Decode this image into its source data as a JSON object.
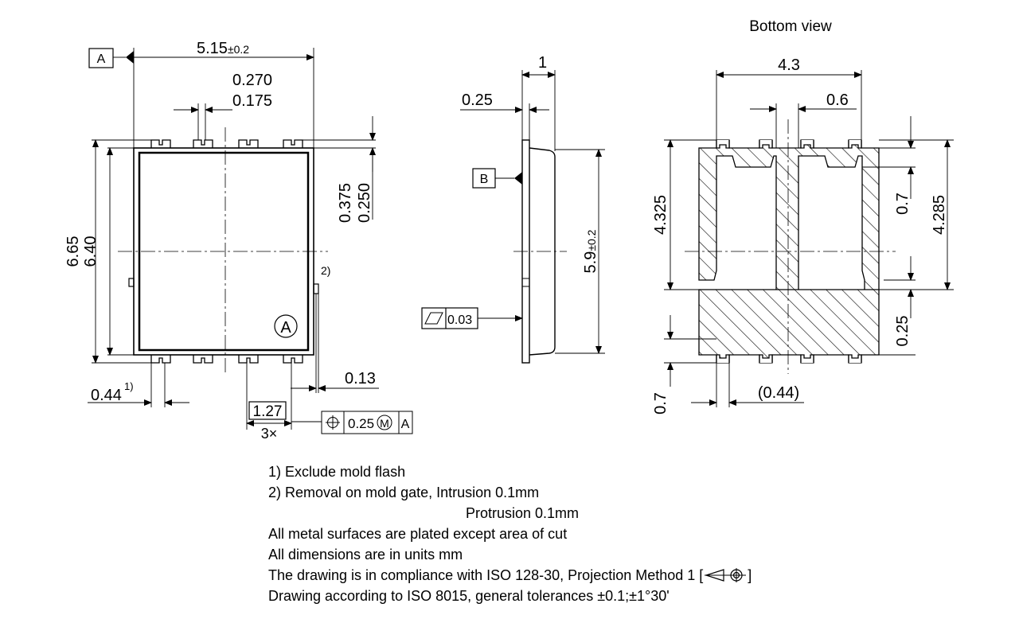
{
  "views": {
    "bottom_title": "Bottom view"
  },
  "datums": {
    "a": "A",
    "b": "B",
    "circle_a": "A"
  },
  "dims": {
    "width_main": "5.15",
    "width_tol": "±0.2",
    "lead_outer": "0.270",
    "lead_inner": "0.175",
    "h_outer": "6.65",
    "h_inner": "6.40",
    "gap1": "0.375",
    "gap2": "0.250",
    "note2_ref": "2)",
    "foot_044": "0.44",
    "foot_ref": "1)",
    "dim_013": "0.13",
    "pitch": "1.27",
    "pitch_count": "3×",
    "pos_tol": "0.25",
    "pos_mod": "M",
    "pos_datum": "A",
    "side_1": "1",
    "side_025": "0.25",
    "side_59": "5.9",
    "side_59_tol": "±0.2",
    "flat_tol": "0.03",
    "b_43": "4.3",
    "b_06": "0.6",
    "b_4325": "4.325",
    "b_07_right": "0.7",
    "b_4285": "4.285",
    "b_025": "0.25",
    "b_07_bottom": "0.7",
    "b_044": "(0.44)"
  },
  "notes": {
    "n1": "1) Exclude mold flash",
    "n2": "2) Removal on mold gate, Intrusion 0.1mm",
    "n2b": "Protrusion 0.1mm",
    "n3": "All metal surfaces are plated except area of cut",
    "n4": "All dimensions are in units mm",
    "n5": "The drawing is in compliance with ISO 128-30, Projection Method 1 [",
    "n5_end": "]",
    "n6": "Drawing according to ISO 8015, general tolerances ±0.1;±1°30'"
  }
}
